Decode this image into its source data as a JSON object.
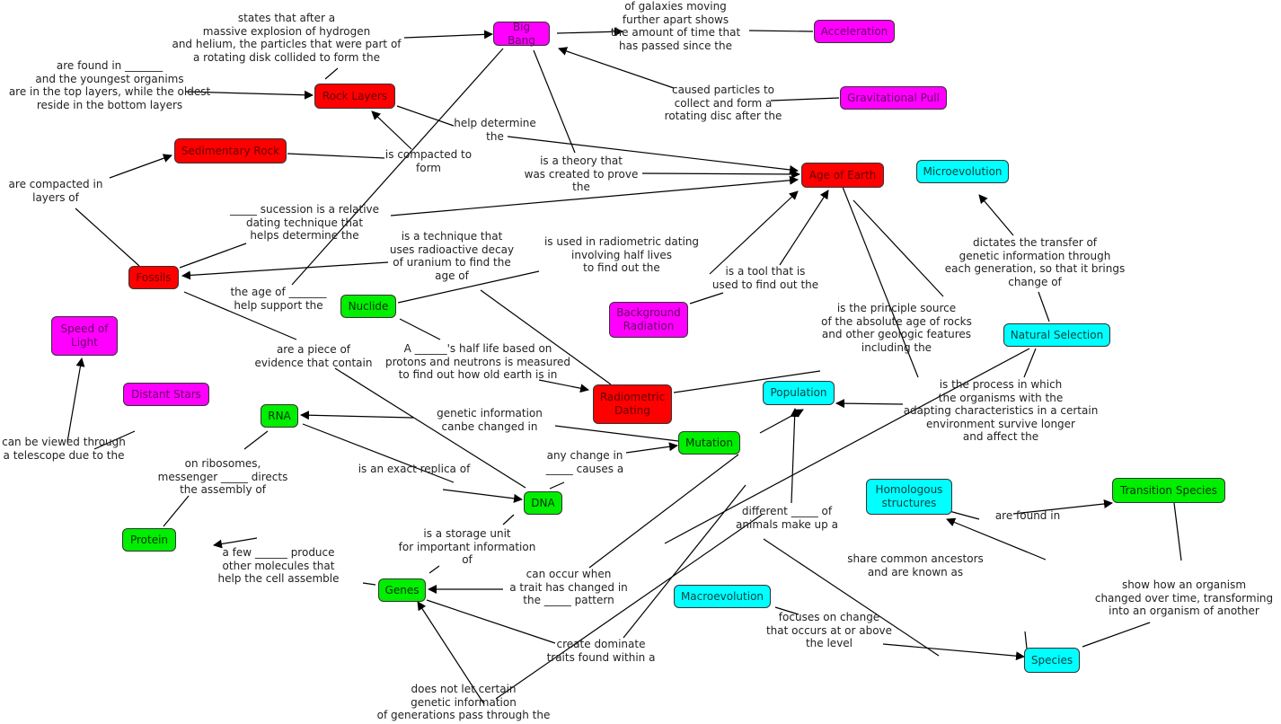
{
  "colors": {
    "geology": "#ff0000",
    "astronomy": "#ff00ff",
    "evolution": "#00ffff",
    "genetics": "#00ee00",
    "line": "#000000"
  },
  "concepts": [
    {
      "id": "big-bang",
      "label": "Big Bang",
      "color": "magenta"
    },
    {
      "id": "acceleration",
      "label": "Acceleration",
      "color": "magenta"
    },
    {
      "id": "gravitational-pull",
      "label": "Gravitational Pull",
      "color": "magenta"
    },
    {
      "id": "rock-layers",
      "label": "Rock Layers",
      "color": "red"
    },
    {
      "id": "sedimentary-rock",
      "label": "Sedimentary Rock",
      "color": "red"
    },
    {
      "id": "age-of-earth",
      "label": "Age of Earth",
      "color": "red"
    },
    {
      "id": "microevolution",
      "label": "Microevolution",
      "color": "cyan"
    },
    {
      "id": "fossils",
      "label": "Fossils",
      "color": "red"
    },
    {
      "id": "nuclide",
      "label": "Nuclide",
      "color": "green"
    },
    {
      "id": "background-radiation",
      "label": "Background\nRadiation",
      "color": "magenta"
    },
    {
      "id": "natural-selection",
      "label": "Natural Selection",
      "color": "cyan"
    },
    {
      "id": "speed-of-light",
      "label": "Speed of\nLight",
      "color": "magenta"
    },
    {
      "id": "distant-stars",
      "label": "Distant Stars",
      "color": "magenta"
    },
    {
      "id": "radiometric-dating",
      "label": "Radiometric\nDating",
      "color": "red"
    },
    {
      "id": "population",
      "label": "Population",
      "color": "cyan"
    },
    {
      "id": "rna",
      "label": "RNA",
      "color": "green"
    },
    {
      "id": "mutation",
      "label": "Mutation",
      "color": "green"
    },
    {
      "id": "dna",
      "label": "DNA",
      "color": "green"
    },
    {
      "id": "homologous-structures",
      "label": "Homologous\nstructures",
      "color": "cyan"
    },
    {
      "id": "transition-species",
      "label": "Transition Species",
      "color": "green"
    },
    {
      "id": "protein",
      "label": "Protein",
      "color": "green"
    },
    {
      "id": "genes",
      "label": "Genes",
      "color": "green"
    },
    {
      "id": "macroevolution",
      "label": "Macroevolution",
      "color": "cyan"
    },
    {
      "id": "species",
      "label": "Species",
      "color": "cyan"
    }
  ],
  "linking_phrases": [
    {
      "id": "lp-bigbang-rock",
      "text": "states that after a\nmassive explosion of hydrogen\nand helium, the particles that were part of\na rotating disk collided to form the"
    },
    {
      "id": "lp-accel",
      "text": "of galaxies moving\nfurther apart shows\nthe amount of time that\nhas passed since the"
    },
    {
      "id": "lp-fossil-rock",
      "text": "are found in _______\nand the youngest organims\nare in the top layers, while the oldest\nreside in the bottom layers"
    },
    {
      "id": "lp-grav",
      "text": "caused particles to\ncollect and form a\nrotating disc after the"
    },
    {
      "id": "lp-rock-age",
      "text": "help determine\nthe"
    },
    {
      "id": "lp-sed-rock",
      "text": "is compacted to\nform"
    },
    {
      "id": "lp-bigbang-age",
      "text": "is a theory that\nwas created to prove\nthe"
    },
    {
      "id": "lp-fossil-sed",
      "text": "are compacted in\nlayers of"
    },
    {
      "id": "lp-succession",
      "text": "_____ sucession is a relative\ndating technique that\nhelps determine the"
    },
    {
      "id": "lp-technique",
      "text": "is a technique that\nuses radioactive decay\nof uranium to find the\nage of"
    },
    {
      "id": "lp-nuclide-age",
      "text": "is used in radiometric dating\ninvolving half lives\nto find out the"
    },
    {
      "id": "lp-bg-tool",
      "text": "is a tool that is\nused to find out the"
    },
    {
      "id": "lp-ns-micro",
      "text": "dictates the transfer of\ngenetic information through\neach generation, so that it brings\nchange of"
    },
    {
      "id": "lp-stars",
      "text": "the age of _______\nhelp support the"
    },
    {
      "id": "lp-principle",
      "text": "is the principle source\nof the absolute age of rocks\nand other geologic features\nincluding the"
    },
    {
      "id": "lp-evidence",
      "text": "are a piece of\nevidence that contain"
    },
    {
      "id": "lp-halflife",
      "text": "A ______'s half life based on\nprotons and neutrons is measured\nto find out how old earth is in"
    },
    {
      "id": "lp-ns-pop",
      "text": "is the process in which\nthe organisms with the\nadapting characteristics in a certain\nenvironment survive longer\nand affect the"
    },
    {
      "id": "lp-genetic-changed",
      "text": "genetic information\ncanbe changed in"
    },
    {
      "id": "lp-telescope",
      "text": "can be viewed through\na telescope due to the"
    },
    {
      "id": "lp-ribosomes",
      "text": "on ribosomes,\nmessenger _____ directs\nthe assembly of"
    },
    {
      "id": "lp-replica",
      "text": "is an exact replica of"
    },
    {
      "id": "lp-anychange",
      "text": "any change in\n_____ causes a"
    },
    {
      "id": "lp-different",
      "text": "different _____ of\nanimals make up a"
    },
    {
      "id": "lp-foundin",
      "text": "are found in"
    },
    {
      "id": "lp-storage",
      "text": "is a storage unit\nfor important information\nof"
    },
    {
      "id": "lp-share",
      "text": "share common ancestors\nand are known as"
    },
    {
      "id": "lp-fewgenes",
      "text": "a few ______ produce\nother molecules that\nhelp the cell assemble"
    },
    {
      "id": "lp-show",
      "text": "show how an organism\nchanged over time, transforming\ninto an organism of another"
    },
    {
      "id": "lp-canoccur",
      "text": "can occur when\na trait has changed in\nthe _____ pattern"
    },
    {
      "id": "lp-focuses",
      "text": "focuses on change\nthat occurs at or above\nthe level"
    },
    {
      "id": "lp-dominate",
      "text": "create dominate\ntraits found within a"
    },
    {
      "id": "lp-doesnot",
      "text": "does not let certain\ngenetic information\nof generations pass through the"
    }
  ]
}
